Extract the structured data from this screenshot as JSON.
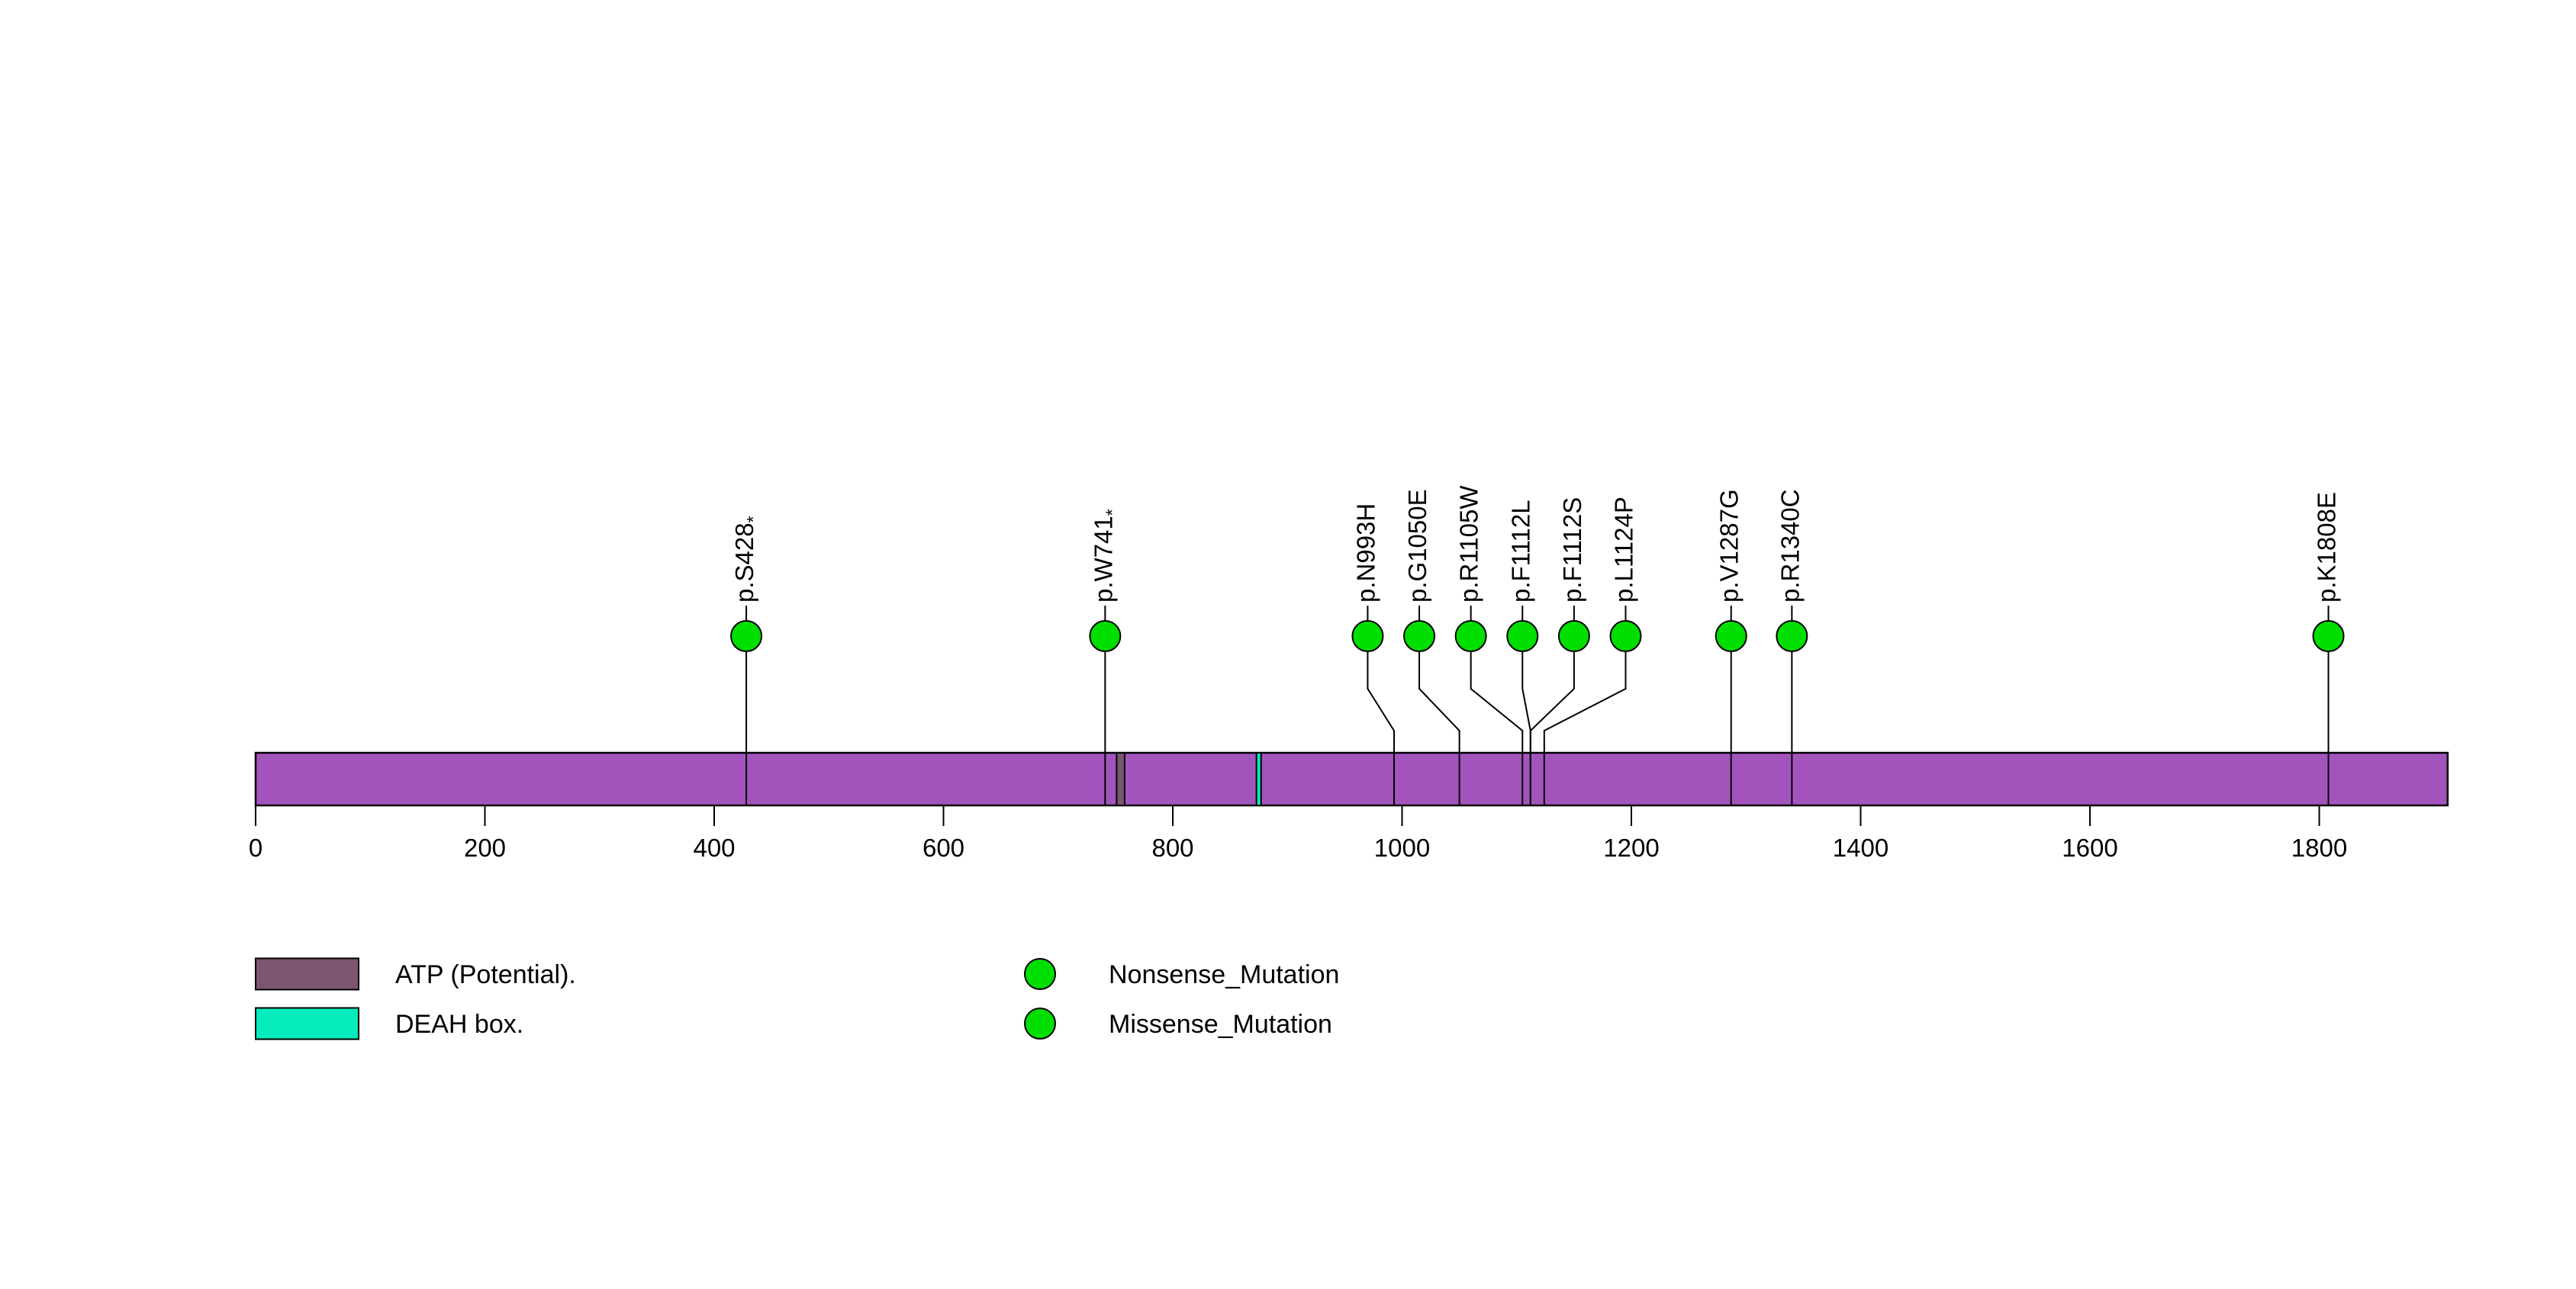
{
  "figure": {
    "background": "#ffffff",
    "text_color": "#000000"
  },
  "chart_data": {
    "type": "lollipop",
    "title": "",
    "xlabel": "",
    "protein_length": 1912,
    "xlim": [
      0,
      1912
    ],
    "axis_ticks": [
      0,
      200,
      400,
      600,
      800,
      1000,
      1200,
      1400,
      1600,
      1800
    ],
    "backbone_color": "#a254bc",
    "lollipop_color": "#00de00",
    "mutations": [
      {
        "label": "p.S428*",
        "pos": 428,
        "display_pos": 428,
        "type": "Nonsense_Mutation",
        "color": "#00de00"
      },
      {
        "label": "p.W741*",
        "pos": 741,
        "display_pos": 741,
        "type": "Nonsense_Mutation",
        "color": "#00de00"
      },
      {
        "label": "p.N993H",
        "pos": 993,
        "display_pos": 970,
        "type": "Missense_Mutation",
        "color": "#00de00"
      },
      {
        "label": "p.G1050E",
        "pos": 1050,
        "display_pos": 1015,
        "type": "Missense_Mutation",
        "color": "#00de00"
      },
      {
        "label": "p.R1105W",
        "pos": 1105,
        "display_pos": 1060,
        "type": "Missense_Mutation",
        "color": "#00de00"
      },
      {
        "label": "p.F1112L",
        "pos": 1112,
        "display_pos": 1105,
        "type": "Missense_Mutation",
        "color": "#00de00"
      },
      {
        "label": "p.F1112S",
        "pos": 1112,
        "display_pos": 1150,
        "type": "Missense_Mutation",
        "color": "#00de00"
      },
      {
        "label": "p.L1124P",
        "pos": 1124,
        "display_pos": 1195,
        "type": "Missense_Mutation",
        "color": "#00de00"
      },
      {
        "label": "p.V1287G",
        "pos": 1287,
        "display_pos": 1287,
        "type": "Missense_Mutation",
        "color": "#00de00"
      },
      {
        "label": "p.R1340C",
        "pos": 1340,
        "display_pos": 1340,
        "type": "Missense_Mutation",
        "color": "#00de00"
      },
      {
        "label": "p.K1808E",
        "pos": 1808,
        "display_pos": 1808,
        "type": "Missense_Mutation",
        "color": "#00de00"
      }
    ],
    "domains": [
      {
        "label": "ATP (Potential).",
        "start": 751,
        "end": 758,
        "color": "#7b5572"
      },
      {
        "label": "DEAH box.",
        "start": 873,
        "end": 877,
        "color": "#06ecbc"
      }
    ],
    "legend": {
      "domain_entries": [
        {
          "label": "ATP (Potential).",
          "color": "#7b5572"
        },
        {
          "label": "DEAH box.",
          "color": "#06ecbc"
        }
      ],
      "mutation_entries": [
        {
          "label": "Nonsense_Mutation",
          "color": "#00de00"
        },
        {
          "label": "Missense_Mutation",
          "color": "#00de00"
        }
      ]
    }
  }
}
